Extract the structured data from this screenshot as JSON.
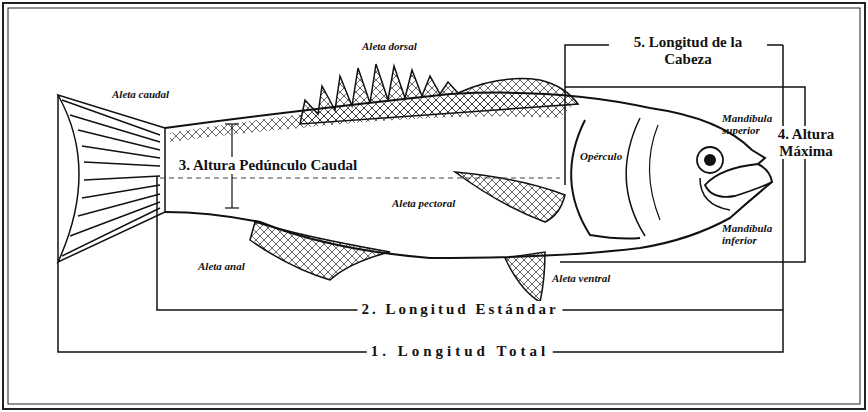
{
  "diagram": {
    "labels": [
      "Aleta dorsal",
      "5. Longitud de la Cabeza",
      "Aleta caudal",
      "Mandíbula superior",
      "4. Altura Máxima",
      "Opérculo",
      "3. Altura Pedúnculo Caudal",
      "Aleta pectoral",
      "Mandíbula inferior",
      "Aleta anal",
      "Aleta ventral",
      "2. Longitud Estándar",
      "1. Longitud Total"
    ]
  }
}
